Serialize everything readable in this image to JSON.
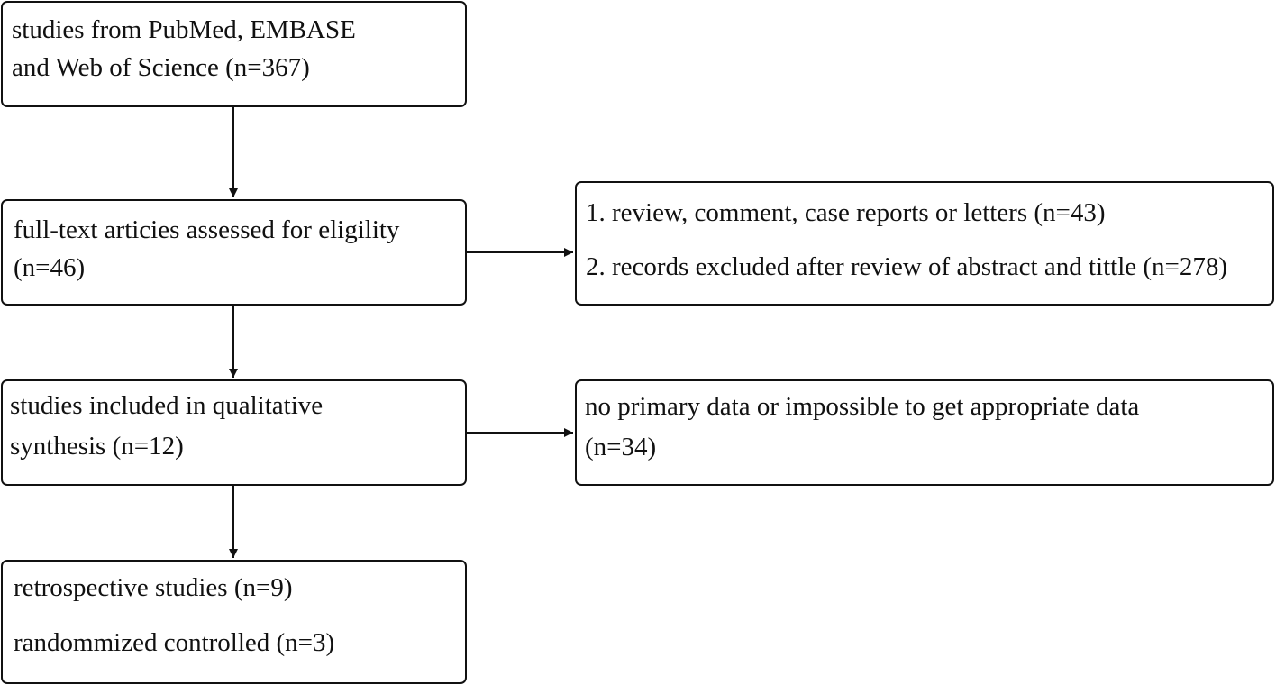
{
  "flow": {
    "search": {
      "line1": "studies from PubMed, EMBASE",
      "line2": "and Web of Science (n=367)"
    },
    "fulltext": {
      "line1": "full-text articies assessed for eligility",
      "line2": "(n=46)"
    },
    "qualitative": {
      "line1": "studies included in qualitative",
      "line2": "synthesis (n=12)"
    },
    "types": {
      "line1": "retrospective studies (n=9)",
      "line2": "randommized controlled (n=3)"
    }
  },
  "exclusions": {
    "first": {
      "item1": "1. review, comment, case reports or letters (n=43)",
      "item2": "2. records excluded after review of abstract and tittle (n=278)"
    },
    "second": {
      "line1": "no primary data or impossible to get appropriate data",
      "line2": "(n=34)"
    }
  }
}
